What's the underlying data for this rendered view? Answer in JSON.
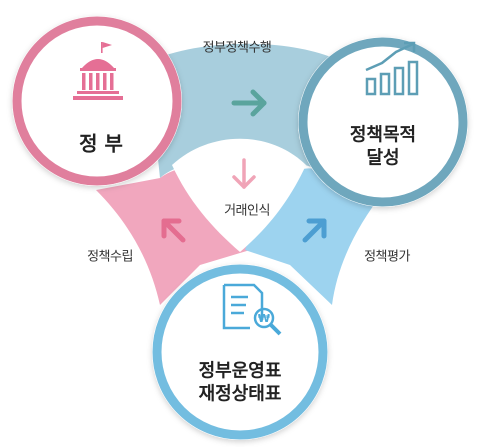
{
  "nodes": {
    "government": {
      "label": "정 부",
      "icon": "government-building-icon",
      "color": "#e07f9d"
    },
    "goal": {
      "line1": "정책목적",
      "line2": "달성",
      "icon": "bar-chart-growth-icon",
      "color": "#6fa7bd"
    },
    "statements": {
      "line1": "정부운영표",
      "line2": "재정상태표",
      "icon": "document-search-icon",
      "color": "#73bde0"
    }
  },
  "links": {
    "top": "정부정책수행",
    "left": "정책수립",
    "right": "정책평가",
    "center": "거래인식"
  },
  "colors": {
    "band_top": "#a8cedd",
    "band_left": "#f1a7be",
    "band_right": "#9dd3ef",
    "arrow_top": "#5aa49d",
    "arrow_left": "#e46d90",
    "arrow_right": "#4c9ed2",
    "arrow_center": "#f0a4b7"
  }
}
